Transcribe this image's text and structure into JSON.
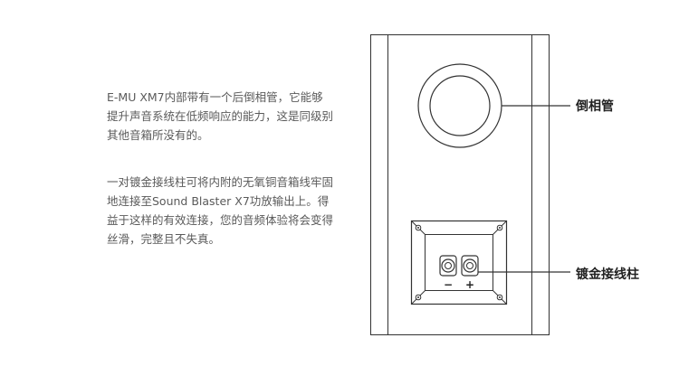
{
  "description": {
    "paragraph1": "E-MU XM7内部带有一个后倒相管，它能够提升声音系统在低频响应的能力，这是同级别其他音箱所没有的。",
    "paragraph2": "一对镀金接线柱可将内附的无氧铜音箱线牢固地连接至Sound Blaster X7功放输出上。得益于这样的有效连接，您的音频体验将会变得丝滑，完整且不失真。"
  },
  "callouts": {
    "bass_port": "倒相管",
    "binding_posts": "镀金接线柱"
  },
  "terminal": {
    "minus": "−",
    "plus": "+"
  }
}
